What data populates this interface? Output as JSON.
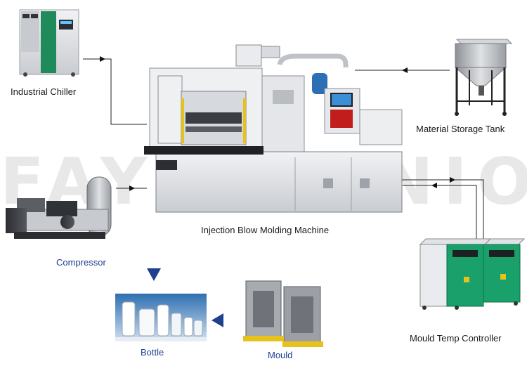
{
  "watermark": "FAYGO UNION",
  "labels": {
    "chiller": "Industrial Chiller",
    "tank": "Material Storage Tank",
    "machine": "Injection Blow Molding Machine",
    "compressor": "Compressor",
    "mould_temp": "Mould Temp Controller",
    "mould": "Mould",
    "bottle": "Bottle"
  },
  "colors": {
    "machine_body": "#dfe2e5",
    "chiller_green": "#1f8a5a",
    "controller_green": "#1aa06a",
    "accent_yellow": "#e6c21a",
    "arrow_blue": "#1f3f8f"
  }
}
